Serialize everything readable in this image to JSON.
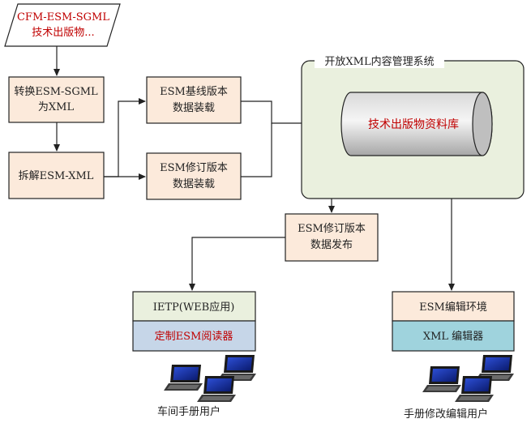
{
  "diagram": {
    "input_doc": {
      "line1": "CFM-ESM-SGML",
      "line2": "技术出版物..."
    },
    "convert_box": {
      "line1": "转换ESM-SGML",
      "line2": "为XML"
    },
    "split_box": {
      "label": "拆解ESM-XML"
    },
    "baseline_load": {
      "line1": "ESM基线版本",
      "line2": "数据装载"
    },
    "revision_load": {
      "line1": "ESM修订版本",
      "line2": "数据装载"
    },
    "system_group": {
      "title": "开放XML内容管理系统"
    },
    "repository": {
      "label": "技术出版物资料库"
    },
    "revision_publish": {
      "line1": "ESM修订版本",
      "line2": "数据发布"
    },
    "ietp_box": {
      "label": "IETP(WEB应用)"
    },
    "reader_box": {
      "label": "定制ESM阅读器"
    },
    "edit_env_box": {
      "label": "ESM编辑环境"
    },
    "xml_editor_box": {
      "label": "XML 编辑器"
    },
    "workshop_users": {
      "label": "车间手册用户"
    },
    "manual_edit_users": {
      "label": "手册修改编辑用户"
    }
  },
  "colors": {
    "box_fill": "#FCEADB",
    "group_fill": "#EAF0DE",
    "ietp_fill": "#EAF0DE",
    "reader_fill": "#C6D6E8",
    "editor_fill": "#9FD3DD",
    "accent_red": "#C00000",
    "text_dark": "#222222"
  }
}
